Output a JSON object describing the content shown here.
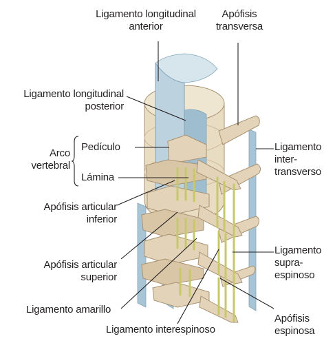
{
  "labels": {
    "ant_long_ligament": "Ligamento longitudinal\nanterior",
    "transverse_process": "Apófisis\ntransversa",
    "post_long_ligament": "Ligamento longitudinal\nposterior",
    "vertebral_arch": "Arco\nvertebral",
    "pedicle": "Pedículo",
    "lamina": "Lámina",
    "intertransverse_ligament": "Ligamento\ninter-\ntransverso",
    "inf_articular_process": "Apófisis articular\ninferior",
    "sup_articular_process": "Apófisis articular\nsuperior",
    "supraspinous_ligament": "Ligamento\nsupra-\nespinoso",
    "ligamentum_flavum": "Ligamento amarillo",
    "interspinous_ligament": "Ligamento interespinoso",
    "spinous_process": "Apófisis\nespinosa"
  },
  "colors": {
    "bone": "#e3d3b8",
    "bone_dark": "#c9b391",
    "bone_shadow": "#a89272",
    "ligament_blue": "#a9c4d4",
    "ligament_blue_dark": "#7fa3b8",
    "flavum_yellow": "#dfe08a",
    "text": "#231f20"
  }
}
